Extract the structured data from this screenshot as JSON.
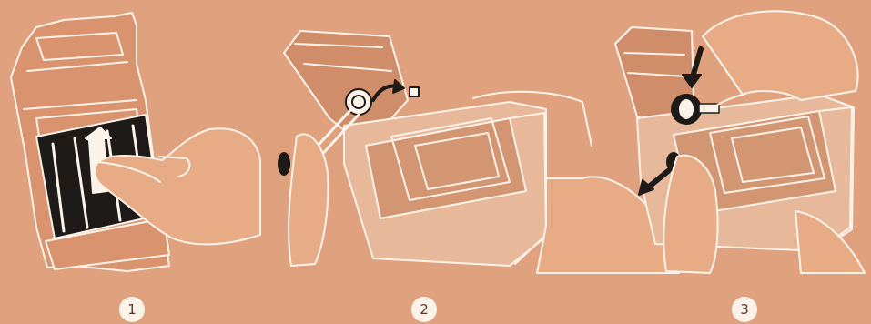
{
  "panels": [
    {
      "step": "1",
      "illustration": "film-insert-push-up"
    },
    {
      "step": "2",
      "illustration": "load-spool-into-back"
    },
    {
      "step": "3",
      "illustration": "wind-spool-knob"
    }
  ],
  "colors": {
    "background": "#e0a27e",
    "line": "#fbf3ea",
    "dark": "#1e1a18",
    "shade": "#c78863"
  }
}
